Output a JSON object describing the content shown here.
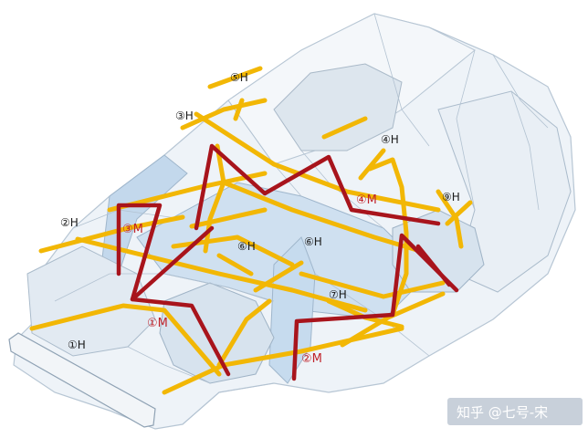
{
  "labels_h": [
    {
      "id": "h1",
      "text": "①H"
    },
    {
      "id": "h2",
      "text": "②H"
    },
    {
      "id": "h3",
      "text": "③H"
    },
    {
      "id": "h4",
      "text": "④H"
    },
    {
      "id": "h5",
      "text": "⑤H"
    },
    {
      "id": "h6a",
      "text": "⑥H"
    },
    {
      "id": "h6b",
      "text": "⑥H"
    },
    {
      "id": "h7",
      "text": "⑦H"
    },
    {
      "id": "h9",
      "text": "⑨H"
    }
  ],
  "labels_m": [
    {
      "id": "m1",
      "text": "①M"
    },
    {
      "id": "m2",
      "text": "②M"
    },
    {
      "id": "m3",
      "text": "③M"
    },
    {
      "id": "m4",
      "text": "④M"
    }
  ],
  "watermark": "知乎 @七号-宋",
  "colors": {
    "yellow_path": "#f2b705",
    "red_path": "#a8141c",
    "red_label": "#c0232a",
    "body_fill": "#e6eef5",
    "body_stroke": "#9fb3c6",
    "body_blue": "#b9d3ea"
  }
}
